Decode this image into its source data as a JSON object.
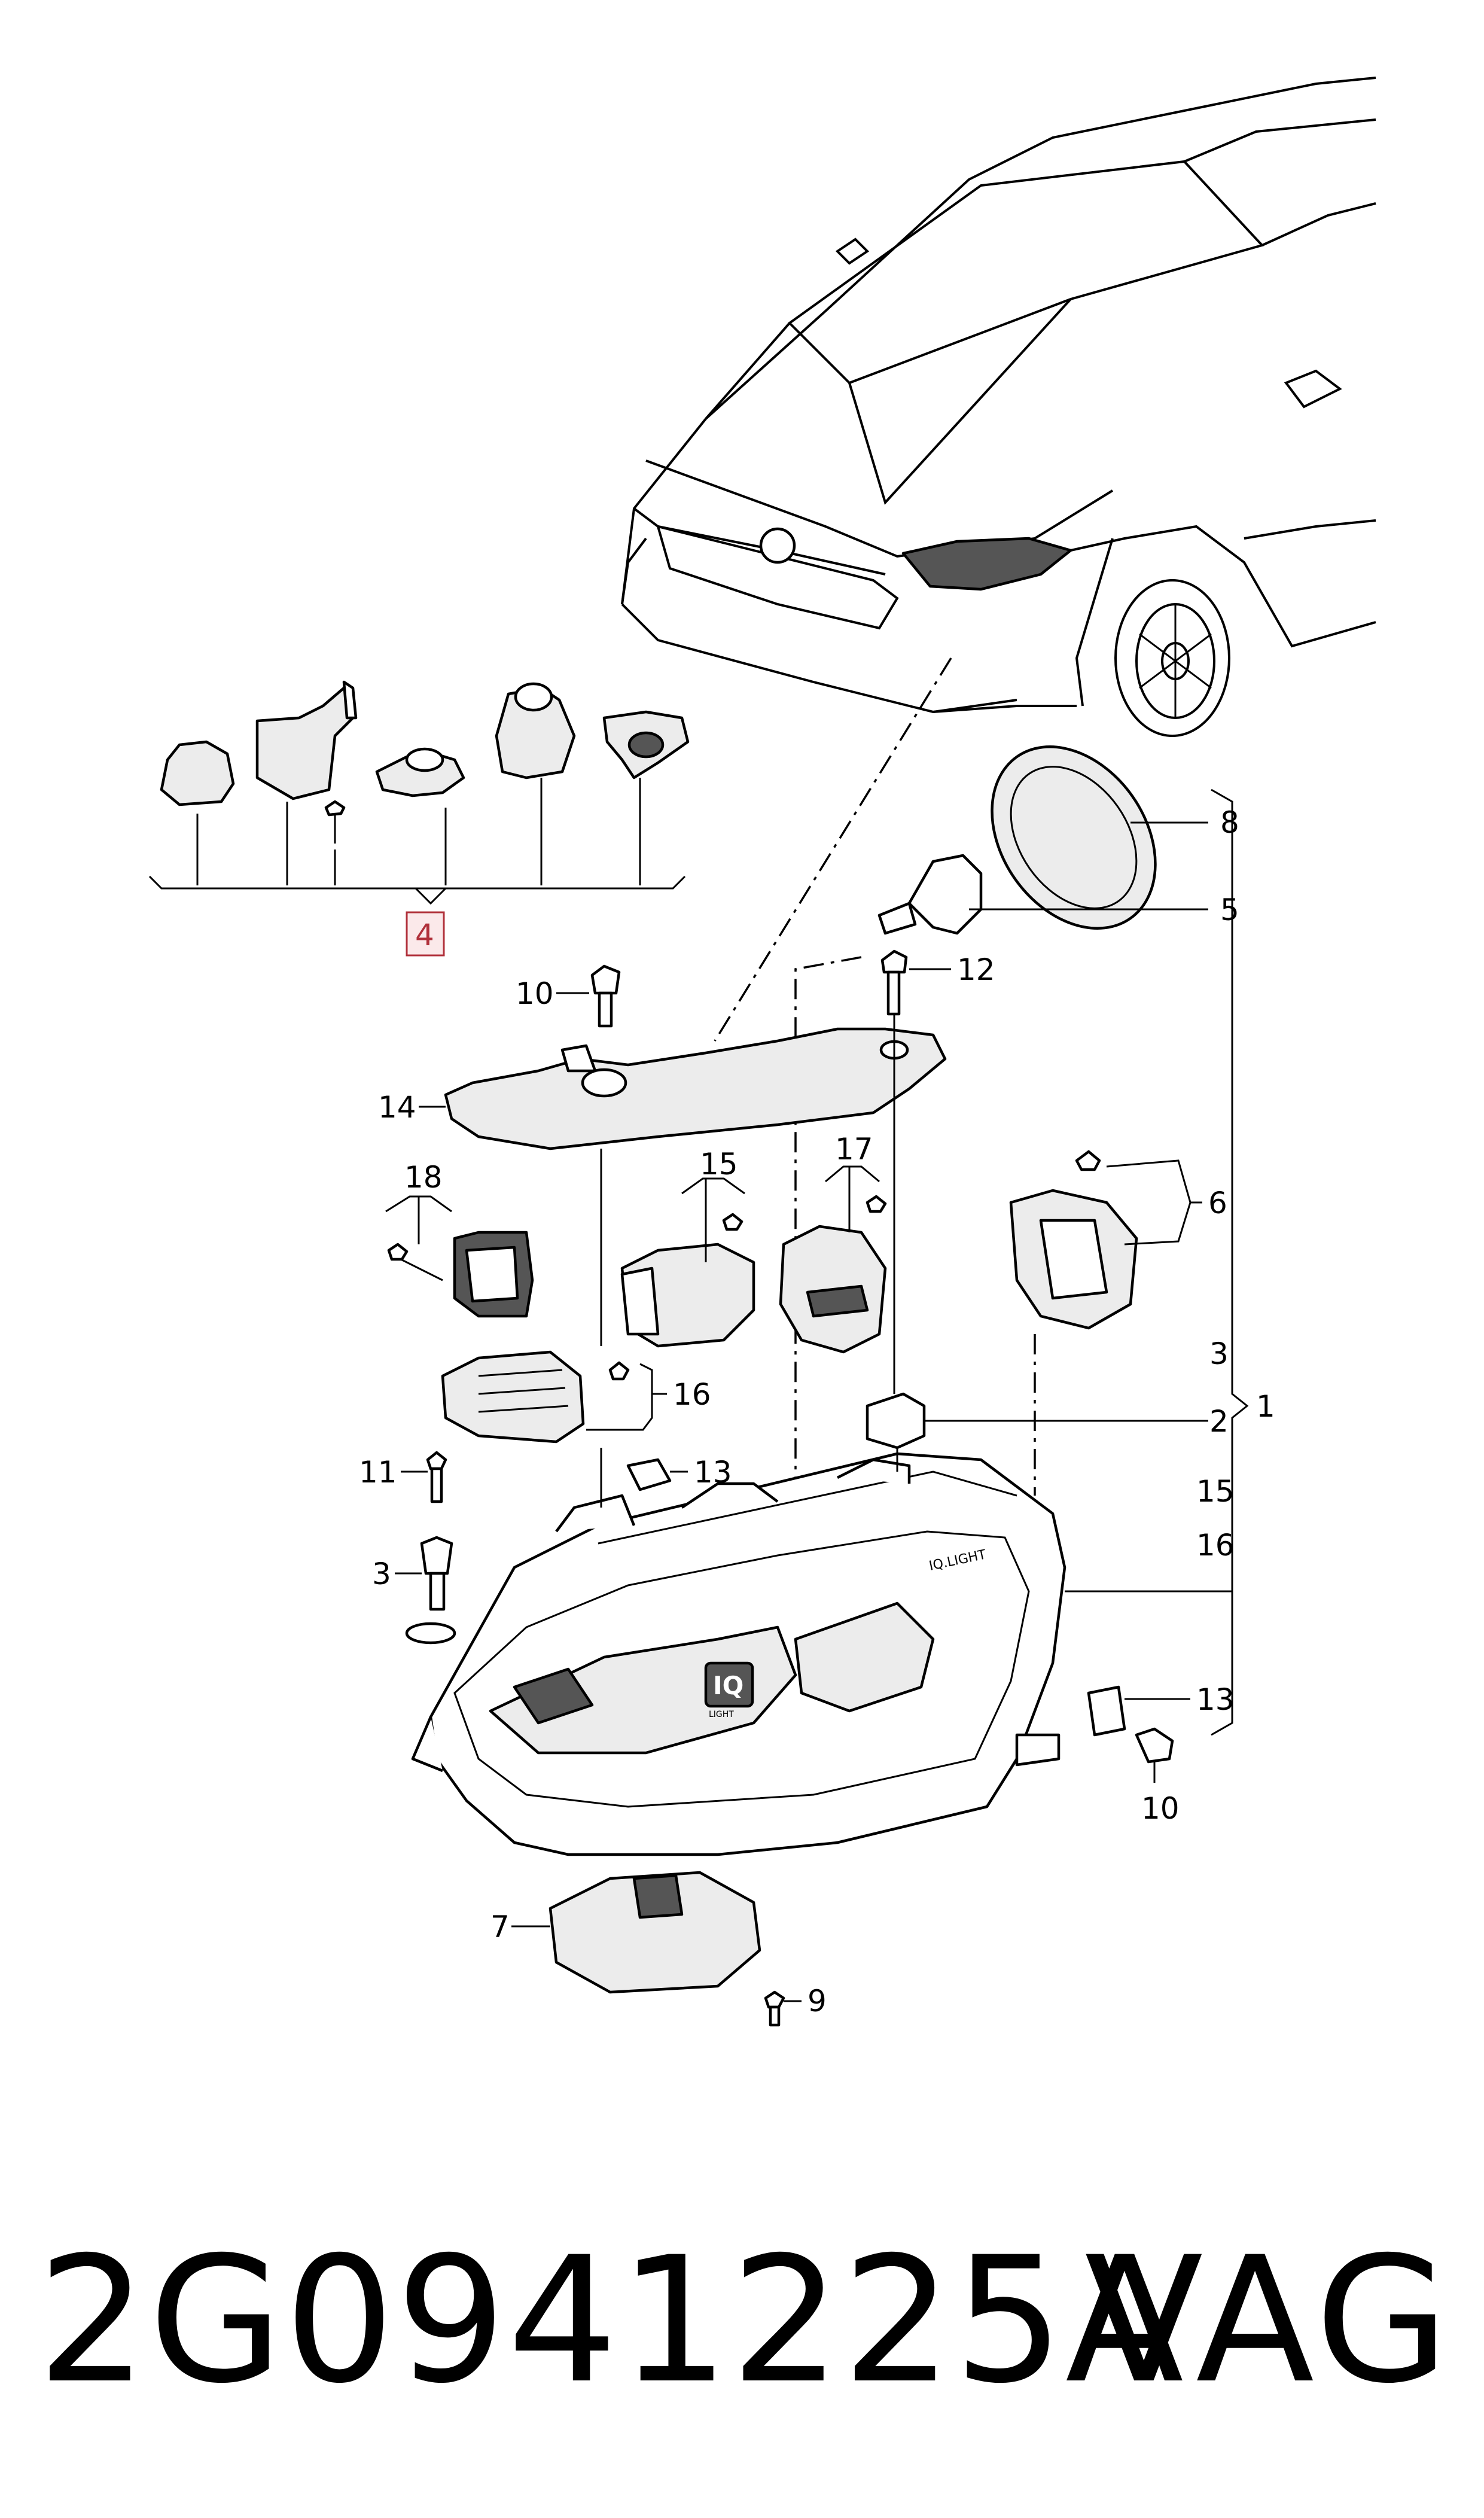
{
  "diagram": {
    "callouts": {
      "c1": "1",
      "c2": "2",
      "c3a": "3",
      "c3b": "3",
      "c4": "4",
      "c5": "5",
      "c6": "6",
      "c7": "7",
      "c8": "8",
      "c9": "9",
      "c10a": "10",
      "c10b": "10",
      "c11": "11",
      "c12": "12",
      "c13a": "13",
      "c13b": "13",
      "c14": "14",
      "c15a": "15",
      "c15b": "15",
      "c16a": "16",
      "c16b": "16",
      "c17": "17",
      "c18": "18"
    },
    "headlight_badge": "IQ",
    "headlight_badge_sub": "LIGHT",
    "headlight_strip_text": "IQ.LIGHT",
    "highlight_color": "#b0303a"
  },
  "footer": {
    "part_number": "2G0941225A",
    "brand": "VAG"
  }
}
